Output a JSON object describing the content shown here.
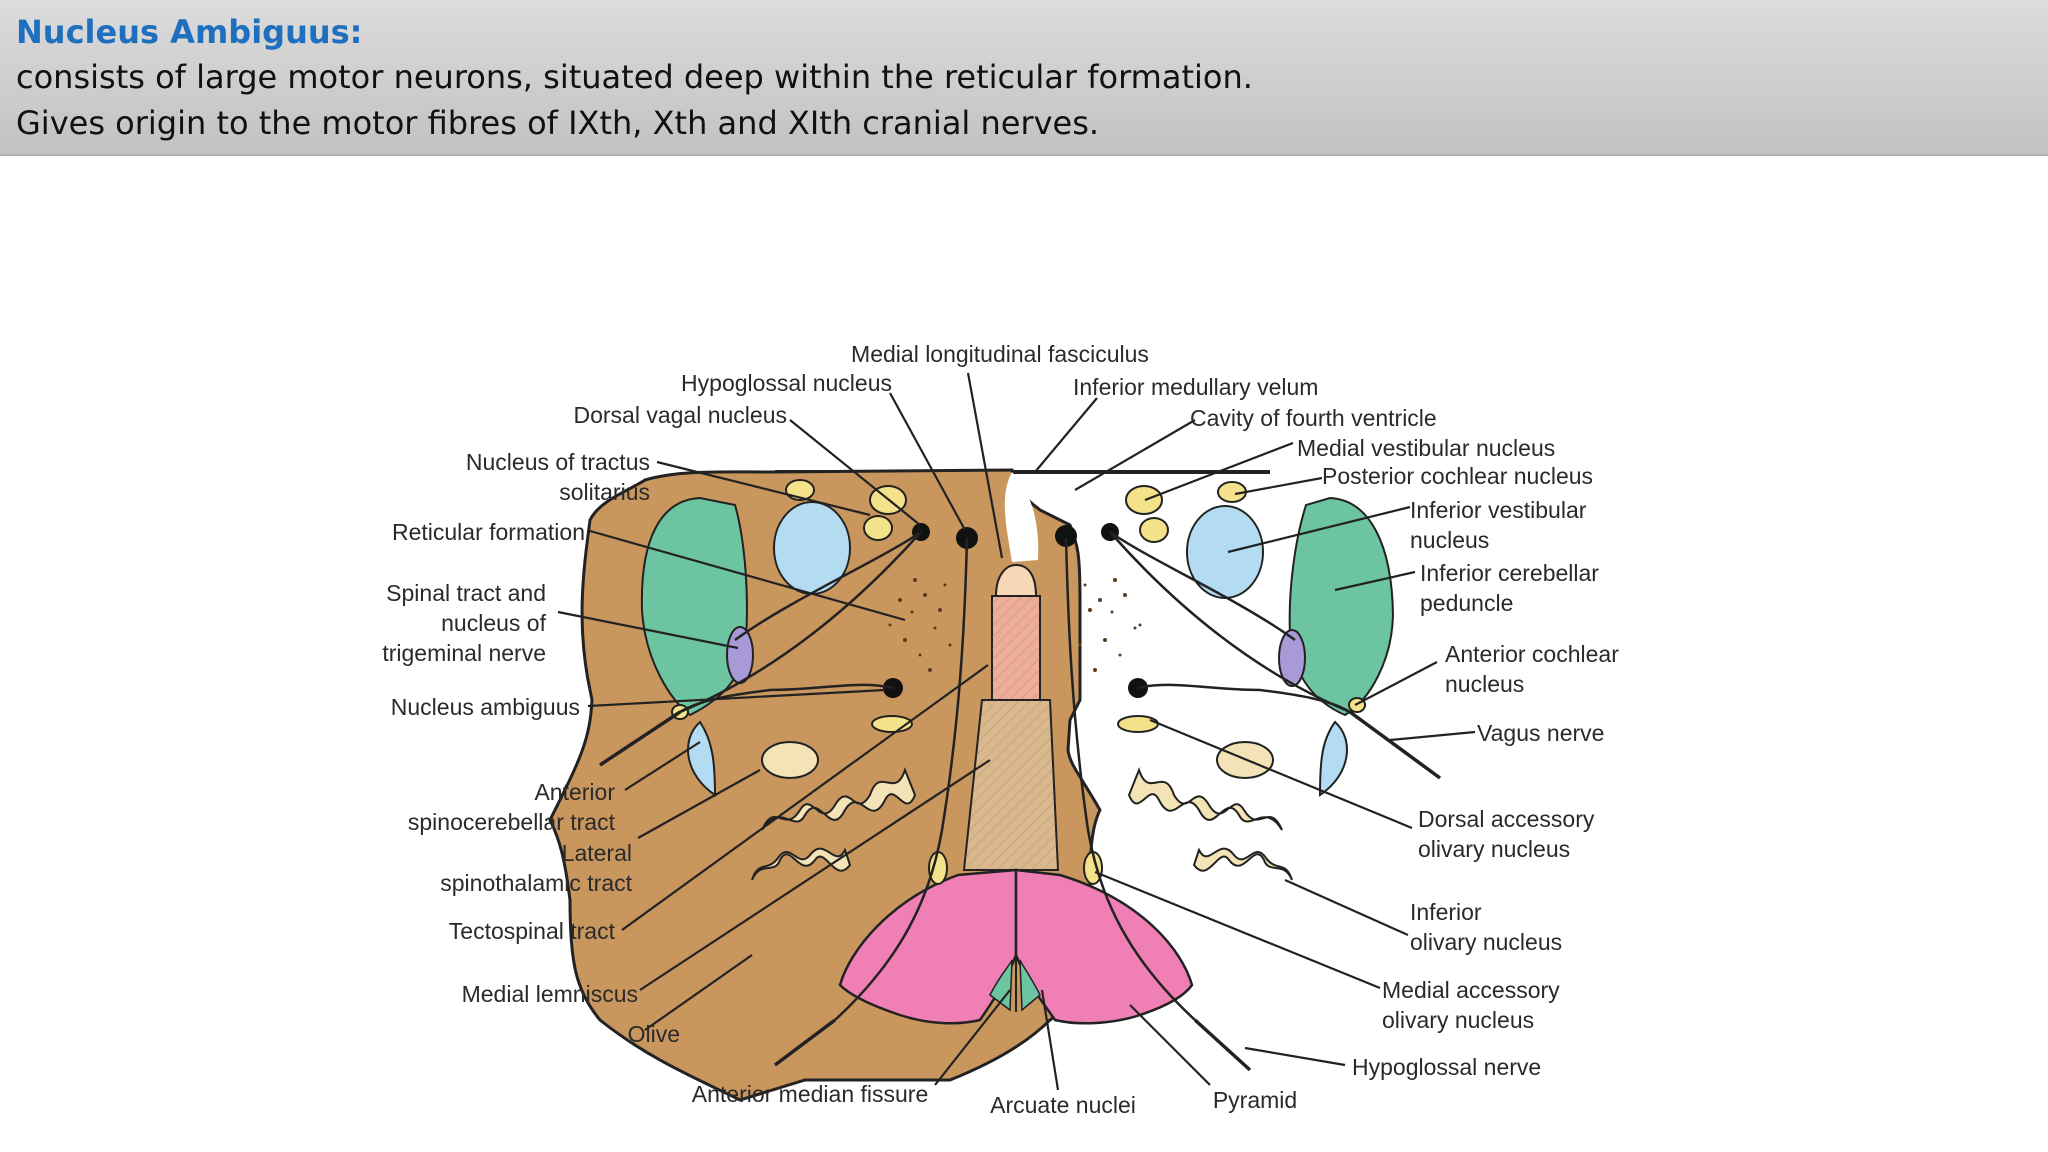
{
  "header": {
    "title": "Nucleus Ambiguus:",
    "line1": "consists of large motor neurons, situated deep within the reticular formation.",
    "line2": "Gives origin to the motor fibres of IXth, Xth and XIth cranial nerves."
  },
  "diagram": {
    "labels": {
      "medial_longitudinal_fasciculus": "Medial longitudinal fasciculus",
      "hypoglossal_nucleus": "Hypoglossal nucleus",
      "dorsal_vagal_nucleus": "Dorsal vagal nucleus",
      "nucleus_tractus_1": "Nucleus of tractus",
      "nucleus_tractus_2": "solitarius",
      "reticular_formation": "Reticular formation",
      "spinal_tract_1": "Spinal tract and",
      "spinal_tract_2": "nucleus of",
      "spinal_tract_3": "trigeminal nerve",
      "nucleus_ambiguus": "Nucleus ambiguus",
      "anterior_spinocerebellar_1": "Anterior",
      "anterior_spinocerebellar_2": "spinocerebellar tract",
      "lateral_spinothalamic_1": "Lateral",
      "lateral_spinothalamic_2": "spinothalamic tract",
      "tectospinal_tract": "Tectospinal tract",
      "medial_lemniscus": "Medial lemniscus",
      "olive": "Olive",
      "anterior_median_fissure": "Anterior median fissure",
      "arcuate_nuclei": "Arcuate nuclei",
      "pyramid": "Pyramid",
      "hypoglossal_nerve": "Hypoglossal nerve",
      "medial_accessory_1": "Medial accessory",
      "medial_accessory_2": "olivary nucleus",
      "inferior_olivary_1": "Inferior",
      "inferior_olivary_2": "olivary nucleus",
      "dorsal_accessory_1": "Dorsal accessory",
      "dorsal_accessory_2": "olivary nucleus",
      "vagus_nerve": "Vagus nerve",
      "anterior_cochlear_1": "Anterior cochlear",
      "anterior_cochlear_2": "nucleus",
      "inferior_cerebellar_1": "Inferior cerebellar",
      "inferior_cerebellar_2": "peduncle",
      "inferior_vestibular_1": "Inferior vestibular",
      "inferior_vestibular_2": "nucleus",
      "posterior_cochlear": "Posterior cochlear nucleus",
      "medial_vestibular": "Medial vestibular nucleus",
      "cavity_fourth_ventricle": "Cavity of fourth ventricle",
      "inferior_medullary_velum": "Inferior medullary velum"
    },
    "colors": {
      "medulla": "#c9965e",
      "peduncle": "#6cc4a0",
      "vestibular": "#b3dcf2",
      "trigeminal": "#a79ad6",
      "olivary": "#f4e3b6",
      "pyramid": "#ef7fb4",
      "lemniscus_upper": "#ecad9a",
      "lemniscus_lower": "#d8b88c",
      "nucleus_small": "#f4e28a"
    }
  }
}
